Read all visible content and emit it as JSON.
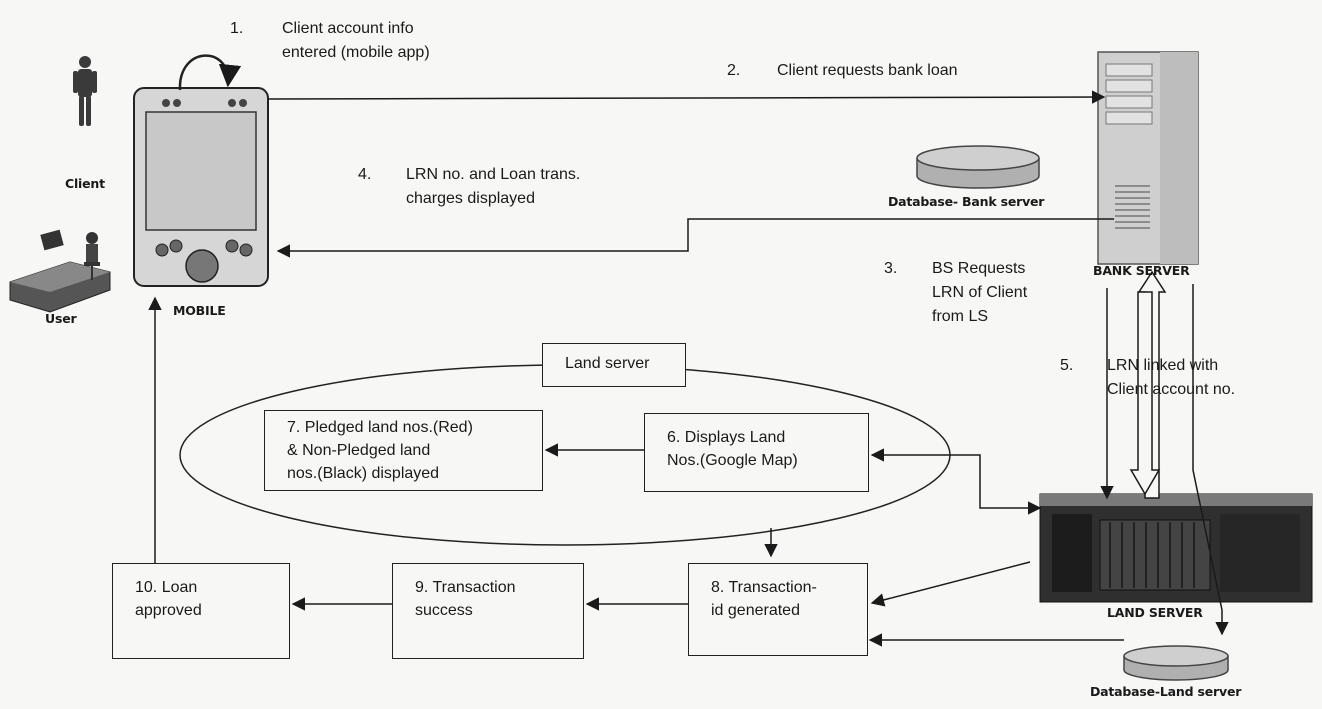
{
  "steps": {
    "s1": {
      "num": "1.",
      "text": "Client account info\nentered (mobile app)"
    },
    "s2": {
      "num": "2.",
      "text": "Client requests bank loan"
    },
    "s3": {
      "num": "3.",
      "text": "BS Requests\nLRN of Client\nfrom LS"
    },
    "s4": {
      "num": "4.",
      "text": "LRN no. and Loan trans.\ncharges displayed"
    },
    "s5": {
      "num": "5.",
      "text": "LRN linked with\nClient account no."
    }
  },
  "boxes": {
    "land_server": "Land server",
    "pledged": "7. Pledged land nos.(Red)\n& Non-Pledged land\nnos.(Black)  displayed",
    "displays": "6. Displays Land\nNos.(Google Map)",
    "transaction_id": "8. Transaction-\nid generated",
    "success": "9. Transaction\nsuccess",
    "loan": "10. Loan\napproved"
  },
  "labels": {
    "client": "Client",
    "user": "User",
    "mobile": "MOBILE",
    "bank_server": "BANK SERVER",
    "land_server": "LAND SERVER",
    "db_bank": "Database-  Bank server",
    "db_land": "Database-Land server"
  }
}
